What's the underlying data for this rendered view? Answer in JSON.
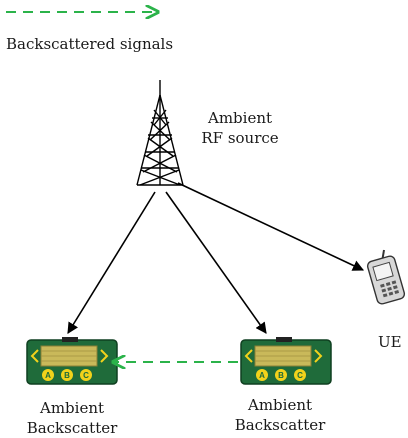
{
  "legend": {
    "label": "Backscattered signals"
  },
  "nodes": {
    "tower": {
      "line1": "Ambient",
      "line2": "RF source"
    },
    "tag_left": {
      "line1": "Ambient",
      "line2": "Backscatter",
      "keys": [
        "A",
        "B",
        "C"
      ]
    },
    "tag_right": {
      "line1": "Ambient",
      "line2": "Backscatter",
      "keys": [
        "A",
        "B",
        "C"
      ]
    },
    "ue": {
      "label": "UE"
    }
  },
  "colors": {
    "backscatter_arrow": "#2bb34a",
    "rf_arrow": "#000000",
    "tag_board": "#1f6b3a",
    "tag_pad": "#c9b95a",
    "tag_key": "#f2d21b"
  }
}
